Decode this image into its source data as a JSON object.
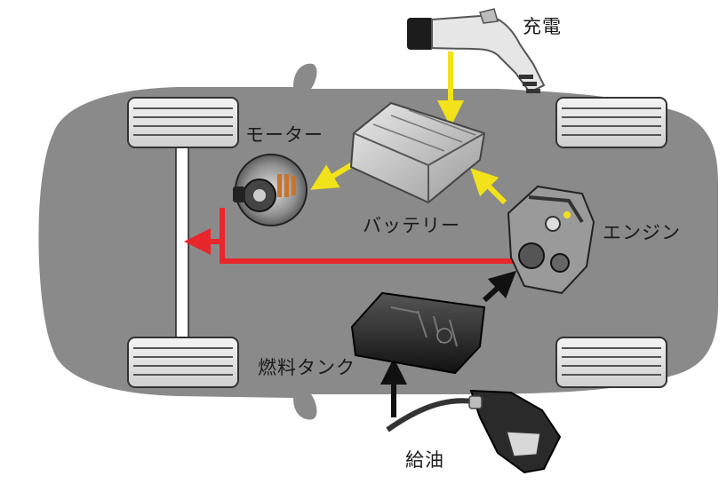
{
  "labels": {
    "charge": "充電",
    "motor": "モーター",
    "battery": "バッテリー",
    "engine": "エンジン",
    "fuel_tank": "燃料タンク",
    "refuel": "給油"
  },
  "icons": {
    "charger": "ev-charger-plug-icon",
    "battery": "battery-pack-icon",
    "motor": "electric-motor-icon",
    "engine": "engine-icon",
    "fuel_tank": "fuel-tank-icon",
    "fuel_nozzle": "fuel-nozzle-icon",
    "wheels": "wheel-icon"
  },
  "colors": {
    "car_body": "#8a8a8a",
    "electric_flow": "#f2e21a",
    "drive_flow": "#e8262c",
    "fuel_flow": "#111111"
  }
}
